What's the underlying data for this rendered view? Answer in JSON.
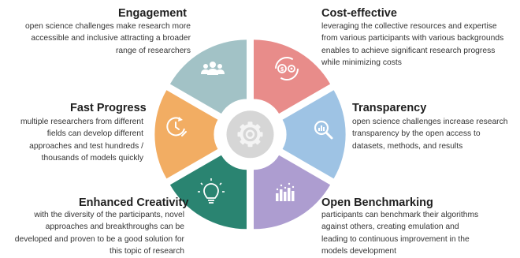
{
  "blocks": {
    "engagement": {
      "title": "Engagement",
      "desc": "open science challenges make research more accessible and inclusive attracting a broader range of researchers",
      "color": "#a2c2c6",
      "icon": "people-icon"
    },
    "cost_effective": {
      "title": "Cost-effective",
      "desc": "leveraging the collective resources and expertise from various participants with various backgrounds enables to achieve significant research progress while minimizing costs",
      "color": "#e88c8a",
      "icon": "money-cycle-icon"
    },
    "fast_progress": {
      "title": "Fast Progress",
      "desc": "multiple researchers from different fields can develop different approaches and test hundreds / thousands of models quickly",
      "color": "#f2ad63",
      "icon": "timer-icon"
    },
    "transparency": {
      "title": "Transparency",
      "desc": "open science challenges increase research transparency by the open access to datasets, methods, and results",
      "color": "#9ec3e4",
      "icon": "magnifier-chart-icon"
    },
    "enhanced_creativity": {
      "title": "Enhanced Creativity",
      "desc": "with the diversity of the participants, novel approaches and breakthroughs can be developed and proven to be a good solution for this topic of research",
      "color": "#2a8471",
      "icon": "lightbulb-icon"
    },
    "open_benchmarking": {
      "title": "Open Benchmarking",
      "desc": "participants can benchmark their algorithms against others, creating emulation and leading to continuous improvement in the models development",
      "color": "#ad9dd0",
      "icon": "bar-chart-icon"
    }
  },
  "center": {
    "color": "#d6d6d6",
    "icon": "gear-icon"
  }
}
